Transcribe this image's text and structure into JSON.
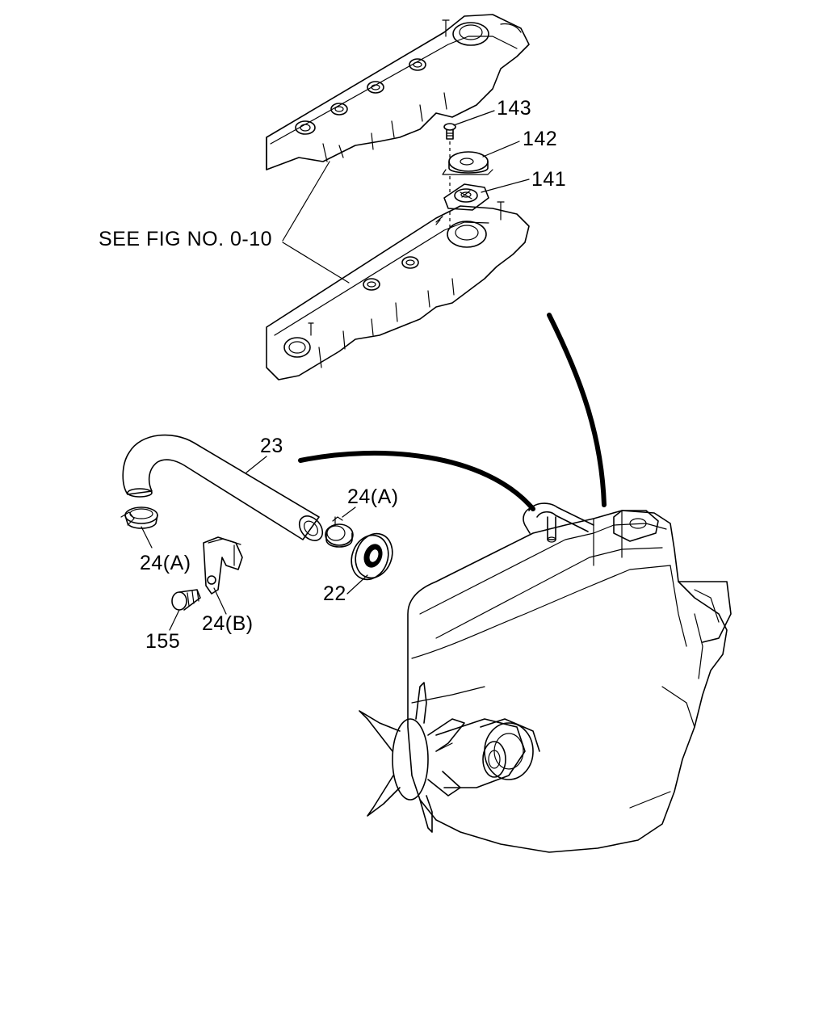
{
  "labels": {
    "see_fig": "SEE FIG NO. 0-10",
    "p143": "143",
    "p142": "142",
    "p141": "141",
    "p23": "23",
    "p24a_right": "24(A)",
    "p24a_left": "24(A)",
    "p22": "22",
    "p155": "155",
    "p24b": "24(B)"
  },
  "colors": {
    "line": "#000000",
    "background": "#ffffff"
  }
}
